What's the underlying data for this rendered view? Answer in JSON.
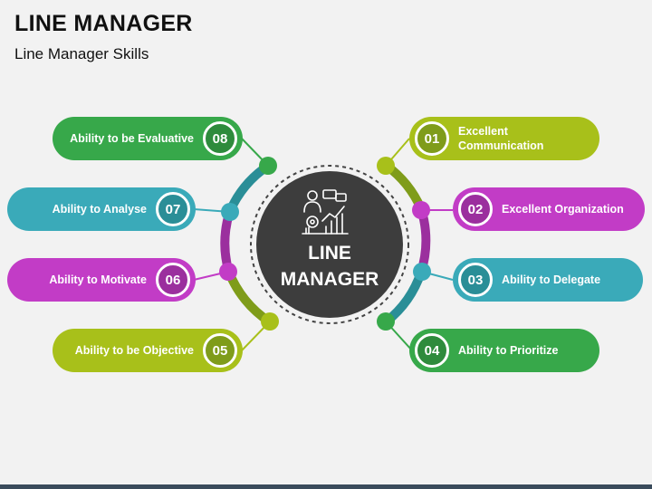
{
  "title": "LINE MANAGER",
  "subtitle": "Line Manager Skills",
  "center": {
    "line1": "LINE",
    "line2": "MANAGER",
    "icon": "manager-presentation-icon"
  },
  "colors": {
    "green_dark": "#2e8b3c",
    "teal": "#2a8e97",
    "purple": "#9b2f9e",
    "olive": "#7f9c1a",
    "lime": "#a8c01a",
    "magenta": "#c23cc6",
    "cyan": "#3aaab9",
    "green": "#37a84a",
    "center_fill": "#3d3d3d"
  },
  "items": [
    {
      "num": "01",
      "label": "Excellent Communication",
      "line1": "Excellent",
      "line2": "Communication"
    },
    {
      "num": "02",
      "label": "Excellent Organization"
    },
    {
      "num": "03",
      "label": "Ability to Delegate"
    },
    {
      "num": "04",
      "label": "Ability to Prioritize"
    },
    {
      "num": "05",
      "label": "Ability to be Objective"
    },
    {
      "num": "06",
      "label": "Ability to Motivate"
    },
    {
      "num": "07",
      "label": "Ability to Analyse"
    },
    {
      "num": "08",
      "label": "Ability to be Evaluative"
    }
  ]
}
